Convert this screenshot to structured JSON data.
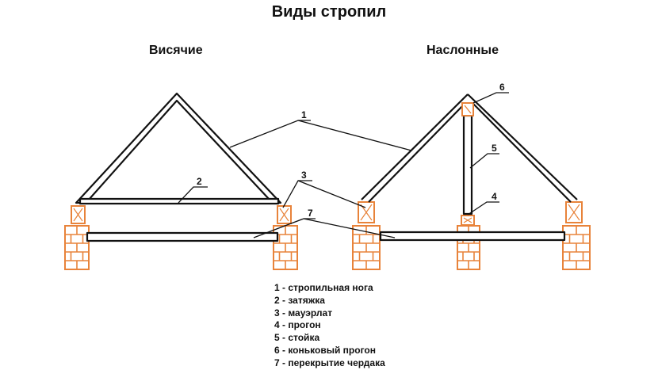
{
  "title": "Виды стропил",
  "subtitles": {
    "left": "Висячие",
    "right": "Наслонные"
  },
  "callouts": {
    "c1": "1",
    "c2": "2",
    "c3": "3",
    "c4": "4",
    "c5": "5",
    "c6": "6",
    "c7": "7"
  },
  "legend": [
    "1 - стропильная нога",
    "2 - затяжка",
    "3 - мауэрлат",
    "4 - прогон",
    "5 - стойка",
    "6 - коньковый прогон",
    "7 - перекрытие чердака"
  ],
  "colors": {
    "line": "#111111",
    "brick": "#e8833a",
    "fill": "#ffffff"
  }
}
